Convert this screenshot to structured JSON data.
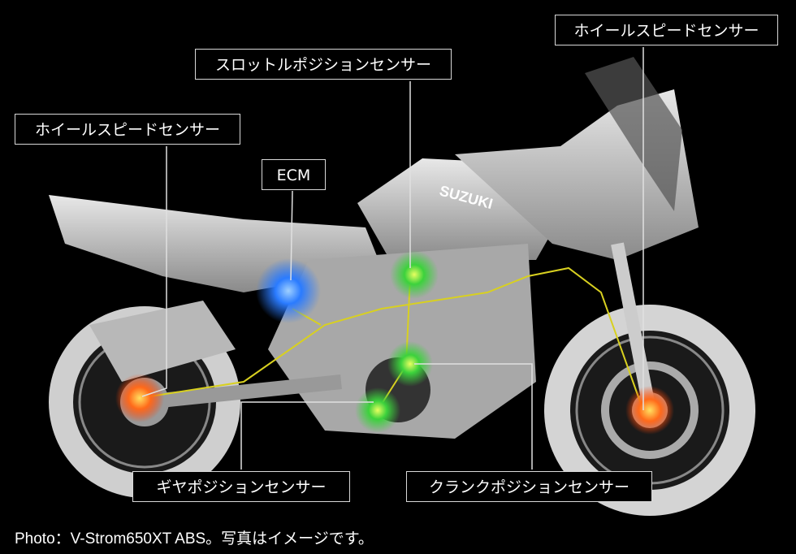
{
  "labels": {
    "wheel_speed_front": "ホイールスピードセンサー",
    "throttle_position": "スロットルポジションセンサー",
    "wheel_speed_rear": "ホイールスピードセンサー",
    "ecm": "ECM",
    "gear_position": "ギヤポジションセンサー",
    "crank_position": "クランクポジションセンサー"
  },
  "brand": "SUZUKI",
  "caption": "Photo：V-Strom650XT ABS。写真はイメージです。",
  "colors": {
    "ecm_glow": "#2a7bff",
    "sensor_glow": "#3cd23c",
    "wheel_glow": "#ff6a1a",
    "harness": "#d8d020"
  }
}
